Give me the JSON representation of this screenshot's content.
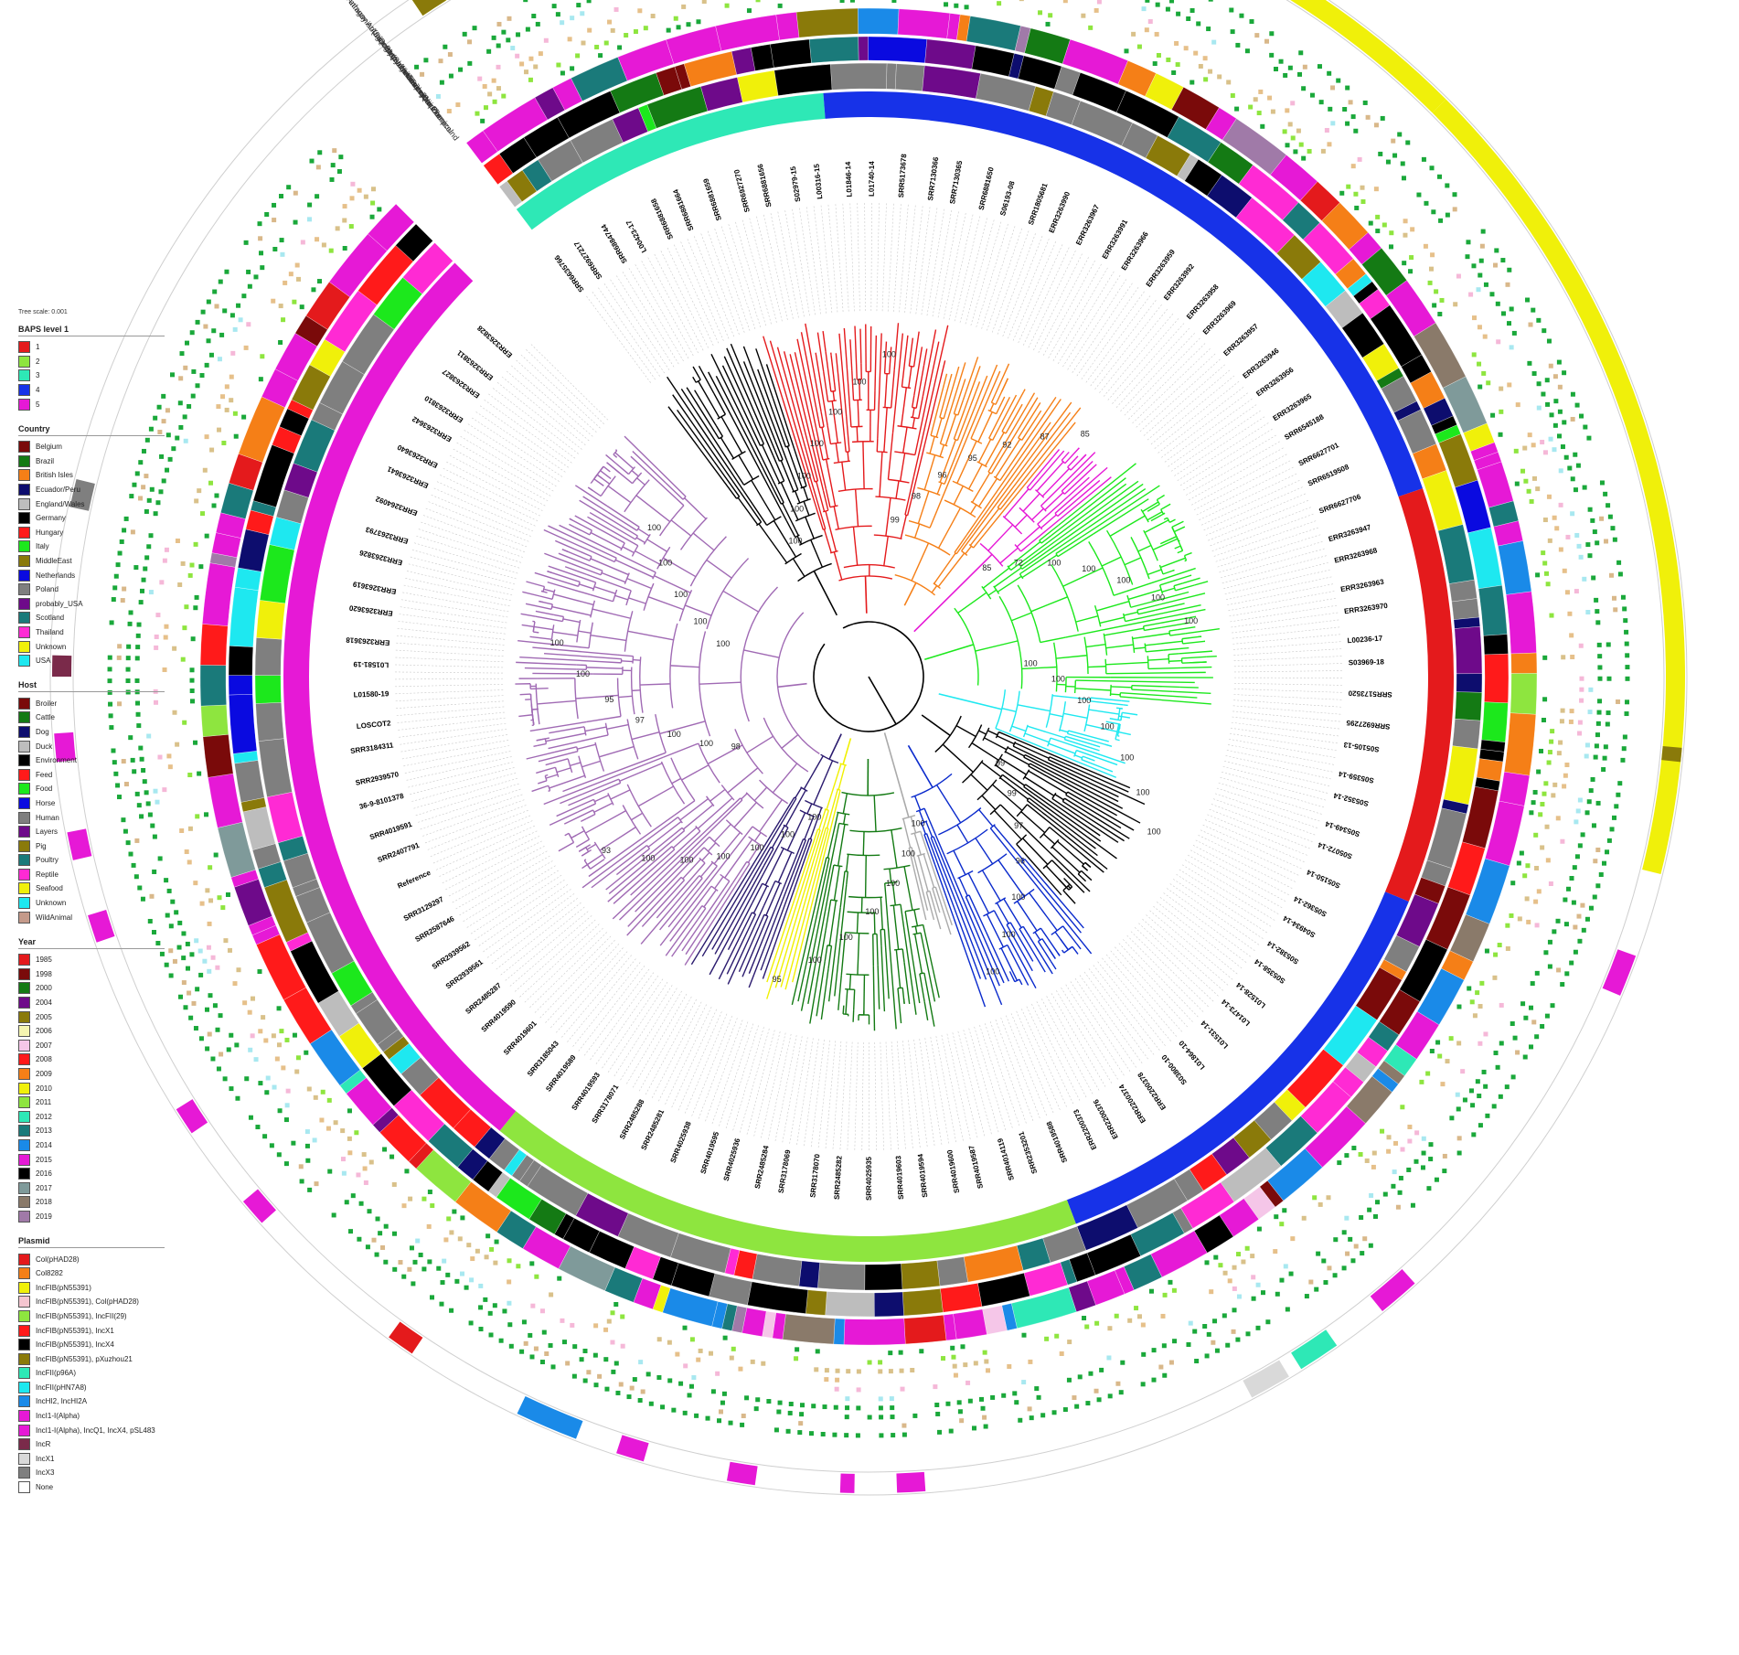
{
  "tree_scale": "Tree scale: 0.001",
  "ring_headers": [
    "Quaternary Ammonium Compound",
    "Phenicol",
    "Quinolone",
    "Trimethoprim",
    "Tetracycline",
    "Lincosamide",
    "Folate Pathway Antagonist (Sulfonamide)",
    "Folate Pathway Antagonist (Diaminopyrimidine)",
    "Beta-lactam",
    "Aminoglycoside"
  ],
  "bootstrap_labels": [
    "100",
    "100",
    "100",
    "100",
    "100",
    "100",
    "100",
    "99",
    "98",
    "96",
    "95",
    "92",
    "87",
    "85",
    "85",
    "72",
    "100",
    "100",
    "100",
    "100",
    "100",
    "100",
    "100",
    "100",
    "100",
    "100",
    "100",
    "100",
    "99",
    "99",
    "97",
    "96",
    "100",
    "100",
    "100",
    "100",
    "100",
    "100",
    "100",
    "100",
    "100",
    "95",
    "100",
    "100",
    "100",
    "100",
    "100",
    "100",
    "93",
    "98",
    "100",
    "100",
    "97",
    "95",
    "100",
    "100",
    "100",
    "100",
    "100",
    "100",
    "100"
  ],
  "taxa": [
    "SRR6635766",
    "SRR6927217",
    "SRR6884744",
    "L00423-17",
    "SRR6881658",
    "SRR6881664",
    "SRR6881659",
    "SRR6927270",
    "SRR6881656",
    "S02979-15",
    "L00316-15",
    "L01846-14",
    "L01740-14",
    "SRR5173678",
    "SRR7130366",
    "SRR7130365",
    "SRR6881650",
    "S06193-08",
    "SRR1805681",
    "ERR3263990",
    "ERR3263967",
    "ERR3263991",
    "ERR3263966",
    "ERR3263959",
    "ERR3263992",
    "ERR3263958",
    "ERR3263969",
    "ERR3263957",
    "ERR3263946",
    "ERR3263956",
    "ERR3263965",
    "SRR6545188",
    "SRR6627701",
    "SRR6519508",
    "SRR6627706",
    "ERR3263947",
    "ERR3263968",
    "ERR3263963",
    "ERR3263970",
    "L00236-17",
    "S03969-18",
    "SRR5173520",
    "SRR6927295",
    "S05105-13",
    "S05359-14",
    "S05352-14",
    "S05349-14",
    "S05072-14",
    "S05150-14",
    "S05362-14",
    "S04934-14",
    "S05382-14",
    "S05358-14",
    "L01528-14",
    "L01473-14",
    "L01531-14",
    "L01864-10",
    "S03800-10",
    "ERR2200378",
    "ERR2200374",
    "ERR2200376",
    "ERR2200373",
    "SRR4019588",
    "SRR2353201",
    "SRR4014119",
    "SRR4019587",
    "SRR4019600",
    "SRR4019594",
    "SRR4019603",
    "SRR4025935",
    "SRR2485282",
    "SRR3178070",
    "SRR3178069",
    "SRR2485284",
    "SRR4025936",
    "SRR4019595",
    "SRR4025938",
    "SRR2485281",
    "SRR2485288",
    "SRR3178071",
    "SRR4019593",
    "SRR4019589",
    "SRR3185043",
    "SRR4019601",
    "SRR4019590",
    "SRR2485287",
    "SRR2939561",
    "SRR2939562",
    "SRR2587646",
    "SRR3129297",
    "Reference",
    "SRR2407791",
    "SRR4019591",
    "36-9-8101378",
    "SRR2939570",
    "SRR3184311",
    "LOSCOT2",
    "L01580-19",
    "L01581-19",
    "ERR3263618",
    "ERR3263620",
    "ERR3263619",
    "ERR3263826",
    "ERR3263793",
    "ERR3264092",
    "ERR3263641",
    "ERR3263640",
    "ERR3263642",
    "ERR3263810",
    "ERR3263827",
    "ERR3263811",
    "ERR3263828"
  ],
  "legends": [
    {
      "title": "BAPS level 1",
      "items": [
        {
          "label": "1",
          "color": "#e41a1c"
        },
        {
          "label": "2",
          "color": "#8ee53f"
        },
        {
          "label": "3",
          "color": "#2ee8b6"
        },
        {
          "label": "4",
          "color": "#1732e8"
        },
        {
          "label": "5",
          "color": "#e619d6"
        }
      ]
    },
    {
      "title": "Country",
      "items": [
        {
          "label": "Belgium",
          "color": "#7a0a0a"
        },
        {
          "label": "Brazil",
          "color": "#147a14"
        },
        {
          "label": "British Isles",
          "color": "#f57f17"
        },
        {
          "label": "Ecuador/Peru",
          "color": "#0d0d6e"
        },
        {
          "label": "England/Wales",
          "color": "#bdbdbd"
        },
        {
          "label": "Germany",
          "color": "#000000"
        },
        {
          "label": "Hungary",
          "color": "#ff1a1a"
        },
        {
          "label": "Italy",
          "color": "#1ce81c"
        },
        {
          "label": "MiddleEast",
          "color": "#8a7a0a"
        },
        {
          "label": "Netherlands",
          "color": "#0a0ae0"
        },
        {
          "label": "Poland",
          "color": "#7f7f7f"
        },
        {
          "label": "probably_USA",
          "color": "#6e0a8a"
        },
        {
          "label": "Scotland",
          "color": "#1a7a7a"
        },
        {
          "label": "Thailand",
          "color": "#ff2ad4"
        },
        {
          "label": "Unknown",
          "color": "#f0f00a"
        },
        {
          "label": "USA",
          "color": "#1ee8f0"
        }
      ]
    },
    {
      "title": "Host",
      "items": [
        {
          "label": "Broiler",
          "color": "#7a0a0a"
        },
        {
          "label": "Cattle",
          "color": "#147a14"
        },
        {
          "label": "Dog",
          "color": "#0d0d6e"
        },
        {
          "label": "Duck",
          "color": "#bdbdbd"
        },
        {
          "label": "Environment",
          "color": "#000000"
        },
        {
          "label": "Feed",
          "color": "#ff1a1a"
        },
        {
          "label": "Food",
          "color": "#1ce81c"
        },
        {
          "label": "Horse",
          "color": "#0a0ae0"
        },
        {
          "label": "Human",
          "color": "#7f7f7f"
        },
        {
          "label": "Layers",
          "color": "#6e0a8a"
        },
        {
          "label": "Pig",
          "color": "#8a7a0a"
        },
        {
          "label": "Poultry",
          "color": "#1a7a7a"
        },
        {
          "label": "Reptile",
          "color": "#ff2ad4"
        },
        {
          "label": "Seafood",
          "color": "#f0f00a"
        },
        {
          "label": "Unknown",
          "color": "#1ee8f0"
        },
        {
          "label": "WildAnimal",
          "color": "#c49a8a"
        }
      ]
    },
    {
      "title": "Year",
      "items": [
        {
          "label": "1985",
          "color": "#e41a1c"
        },
        {
          "label": "1998",
          "color": "#7a0a0a"
        },
        {
          "label": "2000",
          "color": "#147a14"
        },
        {
          "label": "2004",
          "color": "#6e0a8a"
        },
        {
          "label": "2005",
          "color": "#8a7a0a"
        },
        {
          "label": "2006",
          "color": "#f5f5b0"
        },
        {
          "label": "2007",
          "color": "#f5c6e8"
        },
        {
          "label": "2008",
          "color": "#ff1a1a"
        },
        {
          "label": "2009",
          "color": "#f57f17"
        },
        {
          "label": "2010",
          "color": "#f0f00a"
        },
        {
          "label": "2011",
          "color": "#8ee53f"
        },
        {
          "label": "2012",
          "color": "#2ee8b6"
        },
        {
          "label": "2013",
          "color": "#1a7a7a"
        },
        {
          "label": "2014",
          "color": "#1a8ae8"
        },
        {
          "label": "2015",
          "color": "#e619d6"
        },
        {
          "label": "2016",
          "color": "#000000"
        },
        {
          "label": "2017",
          "color": "#7f9a9a"
        },
        {
          "label": "2018",
          "color": "#8a7a6a"
        },
        {
          "label": "2019",
          "color": "#a07aa8"
        }
      ]
    },
    {
      "title": "Plasmid",
      "items": [
        {
          "label": "Col(pHAD28)",
          "color": "#e41a1c"
        },
        {
          "label": "Col8282",
          "color": "#f57f17"
        },
        {
          "label": "IncFIB(pN55391)",
          "color": "#f0f00a"
        },
        {
          "label": "IncFIB(pN55391), Col(pHAD28)",
          "color": "#f5c6d0"
        },
        {
          "label": "IncFIB(pN55391), IncFII(29)",
          "color": "#8ee53f"
        },
        {
          "label": "IncFIB(pN55391), IncX1",
          "color": "#ff1a1a"
        },
        {
          "label": "IncFIB(pN55391), IncX4",
          "color": "#000000"
        },
        {
          "label": "IncFIB(pN55391), pXuzhou21",
          "color": "#8a7a0a"
        },
        {
          "label": "IncFII(p96A)",
          "color": "#2ee8b6"
        },
        {
          "label": "IncFII(pHN7A8)",
          "color": "#1ee8f0"
        },
        {
          "label": "IncHI2, IncHI2A",
          "color": "#1a8ae8"
        },
        {
          "label": "IncI1-I(Alpha)",
          "color": "#e619d6"
        },
        {
          "label": "IncI1-I(Alpha), IncQ1, IncX4, pSL483",
          "color": "#e619d6"
        },
        {
          "label": "IncR",
          "color": "#7a2a4a"
        },
        {
          "label": "IncX1",
          "color": "#d9d9d9"
        },
        {
          "label": "IncX3",
          "color": "#7f7f7f"
        },
        {
          "label": "None",
          "color": "#ffffff"
        }
      ]
    }
  ]
}
